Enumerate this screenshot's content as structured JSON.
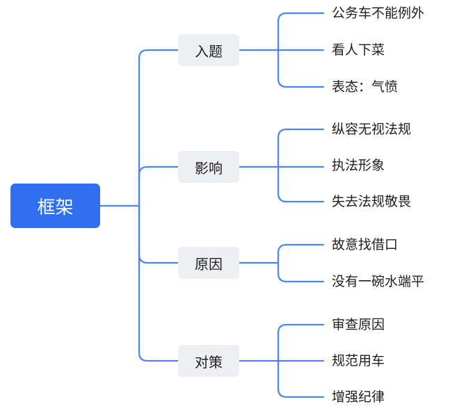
{
  "root": {
    "label": "框架"
  },
  "branches": [
    {
      "label": "入题",
      "children": [
        "公务车不能例外",
        "看人下菜",
        "表态：气愤"
      ]
    },
    {
      "label": "影响",
      "children": [
        "纵容无视法规",
        "执法形象",
        "失去法规敬畏"
      ]
    },
    {
      "label": "原因",
      "children": [
        "故意找借口",
        "没有一碗水端平"
      ]
    },
    {
      "label": "对策",
      "children": [
        "审查原因",
        "规范用车",
        "增强纪律"
      ]
    }
  ],
  "colors": {
    "root_fill": "#2f6ff0",
    "connector": "#4a84f4",
    "branch_fill": "#eeeff2",
    "text": "#1f1f1f"
  }
}
